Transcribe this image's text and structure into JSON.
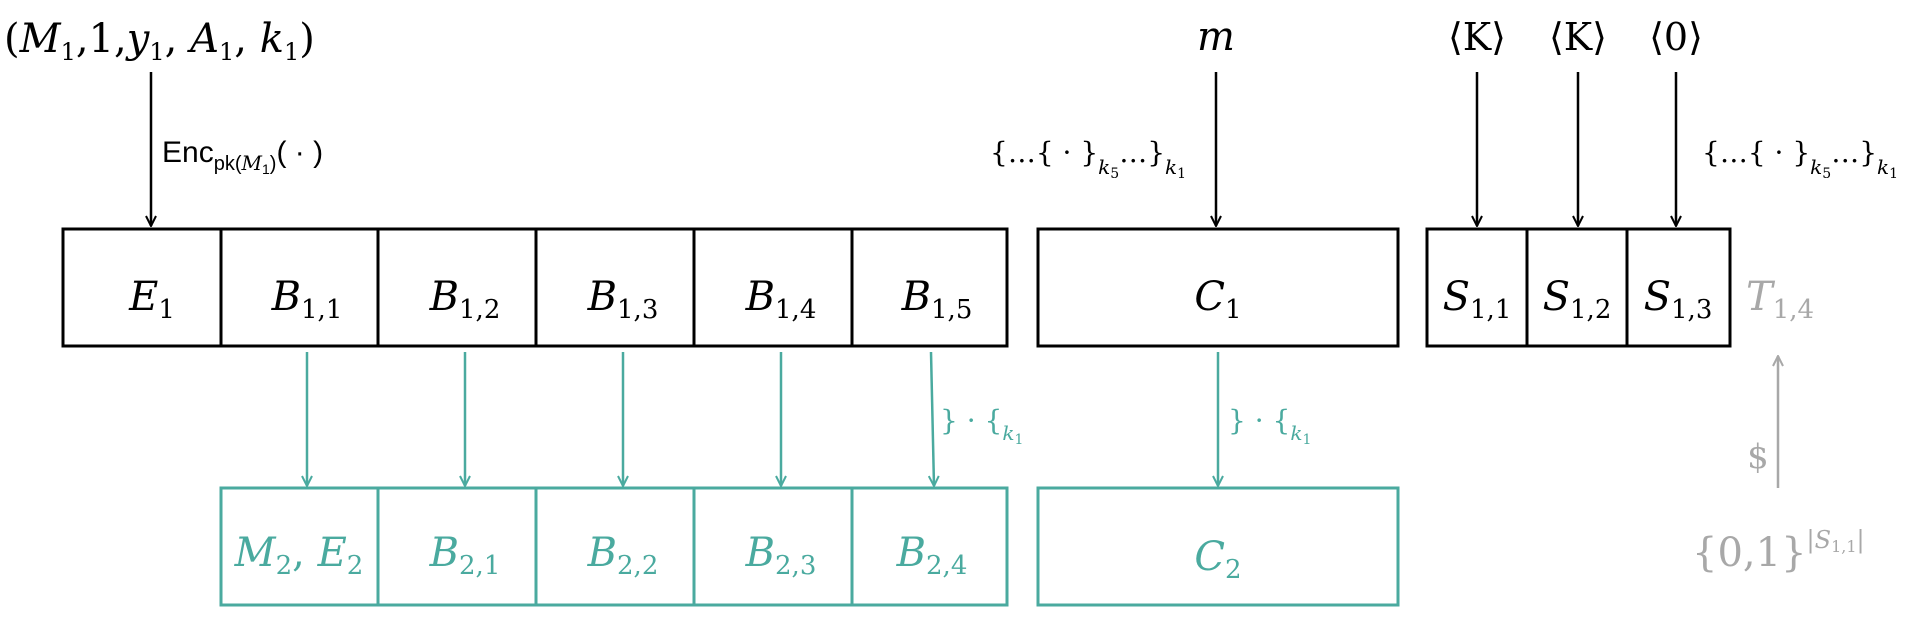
{
  "colors": {
    "black": "#000000",
    "teal": "#4aaa9f",
    "gray": "#a8a8a8"
  },
  "top_labels": {
    "tuple": {
      "open": "(",
      "m": "M",
      "m_sub": "1",
      "one": ",1,",
      "y": "y",
      "y_sub": "1",
      "sep1": ", ",
      "a": "A",
      "a_sub": "1",
      "sep2": ", ",
      "k": "k",
      "k_sub": "1",
      "close": ")"
    },
    "m_label": "m",
    "k_label_1": "⟨K⟩",
    "k_label_2": "⟨K⟩",
    "zero_label": "⟨0⟩"
  },
  "annotations": {
    "enc": {
      "main": "Enc",
      "sub_prefix": "pk(",
      "sub_var": "M",
      "sub_var_sub": "1",
      "sub_suffix": ")",
      "arg": "( · )"
    },
    "nested_left": {
      "a": "{…{ · }",
      "sub1": "k",
      "sub1_sub": "5",
      "b": "…}",
      "sub2": "k",
      "sub2_sub": "1"
    },
    "nested_right": {
      "a": "{…{ · }",
      "sub1": "k",
      "sub1_sub": "5",
      "b": "…}",
      "sub2": "k",
      "sub2_sub": "1"
    },
    "decrypt_b": {
      "main": "} · {",
      "sub": "k",
      "sub_sub": "1"
    },
    "decrypt_c": {
      "main": "} · {",
      "sub": "k",
      "sub_sub": "1"
    },
    "dollar": "$",
    "random_set": {
      "main": "{0,1}",
      "exp_open": "|",
      "exp_var": "S",
      "exp_sub": "1,1",
      "exp_close": "|"
    }
  },
  "top_row": {
    "header_cells": [
      {
        "name": "E",
        "sub": "1"
      },
      {
        "name": "B",
        "sub": "1,1"
      },
      {
        "name": "B",
        "sub": "1,2"
      },
      {
        "name": "B",
        "sub": "1,3"
      },
      {
        "name": "B",
        "sub": "1,4"
      },
      {
        "name": "B",
        "sub": "1,5"
      }
    ],
    "payload_cell": {
      "name": "C",
      "sub": "1"
    },
    "trailer_cells": [
      {
        "name": "S",
        "sub": "1,1"
      },
      {
        "name": "S",
        "sub": "1,2"
      },
      {
        "name": "S",
        "sub": "1,3"
      }
    ],
    "extra_cell": {
      "name": "T",
      "sub": "1,4"
    }
  },
  "bottom_row": {
    "header_cells": [
      {
        "name": "M",
        "sub": "2",
        "name2": "E",
        "sub2": "2"
      },
      {
        "name": "B",
        "sub": "2,1"
      },
      {
        "name": "B",
        "sub": "2,2"
      },
      {
        "name": "B",
        "sub": "2,3"
      },
      {
        "name": "B",
        "sub": "2,4"
      }
    ],
    "payload_cell": {
      "name": "C",
      "sub": "2"
    }
  }
}
